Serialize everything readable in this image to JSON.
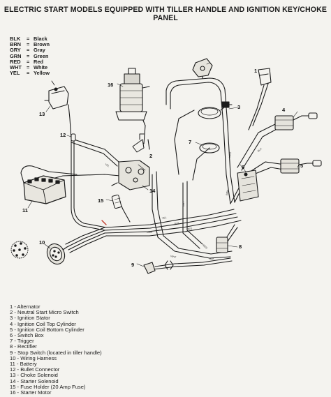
{
  "title": "ELECTRIC START MODELS EQUIPPED WITH TILLER HANDLE AND IGNITION KEY/CHOKE PANEL",
  "color_key": [
    {
      "abbr": "BLK",
      "color": "Black"
    },
    {
      "abbr": "BRN",
      "color": "Brown"
    },
    {
      "abbr": "GRY",
      "color": "Gray"
    },
    {
      "abbr": "GRN",
      "color": "Green"
    },
    {
      "abbr": "RED",
      "color": "Red"
    },
    {
      "abbr": "WHT",
      "color": "White"
    },
    {
      "abbr": "YEL",
      "color": "Yellow"
    }
  ],
  "callouts": {
    "c1": "1",
    "c2": "2",
    "c3": "3",
    "c4": "4",
    "c5": "5",
    "c6": "6",
    "c7": "7",
    "c8": "8",
    "c9": "9",
    "c10": "10",
    "c11": "11",
    "c12": "12",
    "c13": "13",
    "c14": "14",
    "c15": "15",
    "c16": "16"
  },
  "parts_legend": [
    "1 - Alternator",
    "2 - Neutral Start Micro Switch",
    "3 - Ignition Stator",
    "4 - Ignition Coil Top Cylinder",
    "5 - Ignition Coil Bottom Cylinder",
    "6 - Switch Box",
    "7 - Trigger",
    "8 - Rectifier",
    "9 - Stop Switch (located in tiller handle)",
    "10 - Wiring Harness",
    "11 - Battery",
    "12 - Bullet Connector",
    "13 - Choke Solenoid",
    "14 - Starter Solenoid",
    "15 - Fuse Holder (20 Amp Fuse)",
    "16 - Starter Motor"
  ],
  "colors": {
    "ink": "#1a1a1a",
    "paper": "#f4f3ef",
    "fuse_accent": "#c0392b"
  }
}
